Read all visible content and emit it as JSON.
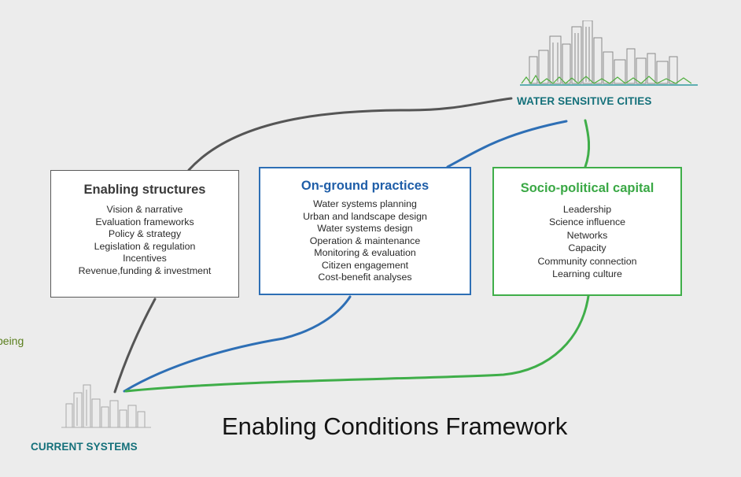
{
  "goal": {
    "label": "WATER SENSITIVE CITIES"
  },
  "start": {
    "label": "CURRENT SYSTEMS"
  },
  "boxes": {
    "structures": {
      "title": "Enabling structures",
      "items": [
        "Vision & narrative",
        "Evaluation frameworks",
        "Policy & strategy",
        "Legislation & regulation",
        "Incentives",
        "Revenue,funding & investment"
      ]
    },
    "practices": {
      "title": "On-ground practices",
      "items": [
        "Water systems planning",
        "Urban and landscape design",
        "Water systems design",
        "Operation & maintenance",
        "Monitoring & evaluation",
        "Citizen engagement",
        "Cost-benefit analyses"
      ]
    },
    "capital": {
      "title": "Socio-political capital",
      "items": [
        "Leadership",
        "Science influence",
        "Networks",
        "Capacity",
        "Community connection",
        "Learning culture"
      ]
    }
  },
  "framework_title": "Enabling Conditions Framework",
  "side_fragment": "being",
  "colors": {
    "background": "#ececec",
    "structures": "#5a5a5a",
    "practices": "#2e6fb5",
    "capital": "#3fae49",
    "endpoint_label": "#14707a",
    "side_fragment": "#5b7f1e"
  },
  "icons": {
    "goal": "city-skyline-sketch-icon",
    "start": "city-skyline-sketch-icon"
  }
}
